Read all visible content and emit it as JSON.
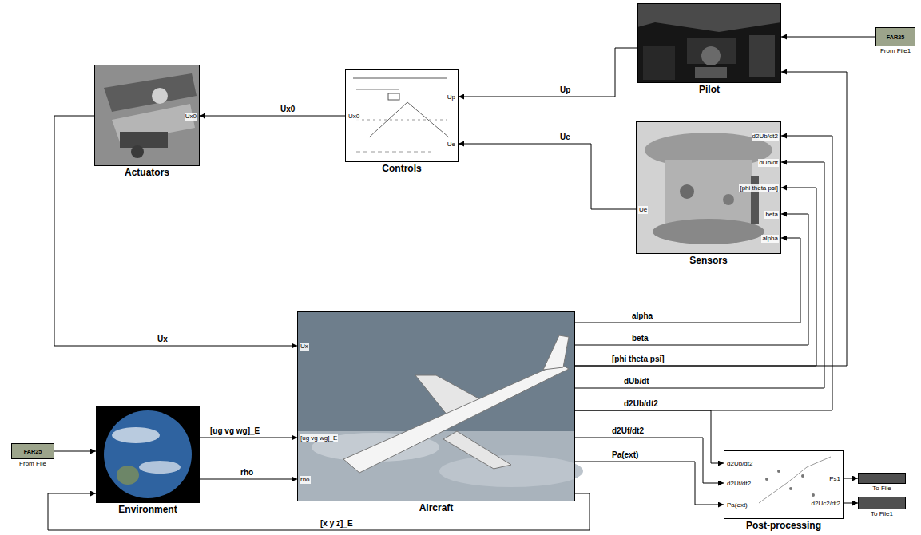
{
  "diagram": {
    "nodes": [
      {
        "text": [
          "FAR25",
          "From File1"
        ]
      },
      {
        "text": [
          "Pilot"
        ]
      },
      {
        "text": [
          "Controls",
          "Up",
          "Ue",
          "Ux0"
        ]
      },
      {
        "text": [
          "Actuators",
          "Ux0"
        ]
      },
      {
        "text": [
          "Sensors",
          "d2Ub/dt2",
          "dUb/dt",
          "[phi theta psi]",
          "beta",
          "alpha",
          "Ue"
        ]
      },
      {
        "text": [
          "Aircraft",
          "Ux",
          "[ug vg wg]_E",
          "rho"
        ]
      },
      {
        "text": [
          "FAR25",
          "From File"
        ]
      },
      {
        "text": [
          "Environment"
        ]
      },
      {
        "text": [
          "Post-processing",
          "d2Ub/dt2",
          "d2Uf/dt2",
          "Pa(ext)",
          "Ps1",
          "d2Uc2/dt2"
        ]
      },
      {
        "text": [
          "To File"
        ]
      },
      {
        "text": [
          "To File1"
        ]
      }
    ],
    "edges": [
      {
        "from": 0,
        "to": 1,
        "arrow": "to"
      },
      {
        "from": 1,
        "to": 2,
        "label": "Up",
        "arrow": "to"
      },
      {
        "from": 4,
        "to": 2,
        "label": "Ue",
        "arrow": "to"
      },
      {
        "from": 2,
        "to": 3,
        "label": "Ux0",
        "arrow": "to"
      },
      {
        "from": 3,
        "to": 5,
        "label": "Ux",
        "arrow": "to"
      },
      {
        "from": 6,
        "to": 7,
        "arrow": "to"
      },
      {
        "from": 7,
        "to": 5,
        "label": "[ug vg wg]_E",
        "arrow": "to"
      },
      {
        "from": 7,
        "to": 5,
        "label": "rho",
        "arrow": "to"
      },
      {
        "from": 5,
        "to": 7,
        "label": "[x y z]_E",
        "arrow": "to"
      },
      {
        "from": 5,
        "to": 4,
        "label": "alpha",
        "arrow": "to"
      },
      {
        "from": 5,
        "to": 4,
        "label": "beta",
        "arrow": "to"
      },
      {
        "from": 5,
        "to": 4,
        "label": "[phi theta psi]",
        "arrow": "to"
      },
      {
        "from": 5,
        "to": 4,
        "label": "dUb/dt",
        "arrow": "to"
      },
      {
        "from": 5,
        "to": 4,
        "label": "d2Ub/dt2",
        "arrow": "to"
      },
      {
        "from": 5,
        "to": 1,
        "arrow": "to"
      },
      {
        "from": 5,
        "to": 8,
        "arrow": "to"
      },
      {
        "from": 5,
        "to": 8,
        "label": "d2Uf/dt2",
        "arrow": "to"
      },
      {
        "from": 5,
        "to": 8,
        "label": "Pa(ext)",
        "arrow": "to"
      },
      {
        "from": 8,
        "to": 9,
        "arrow": "to"
      },
      {
        "from": 8,
        "to": 10,
        "arrow": "to"
      }
    ]
  }
}
